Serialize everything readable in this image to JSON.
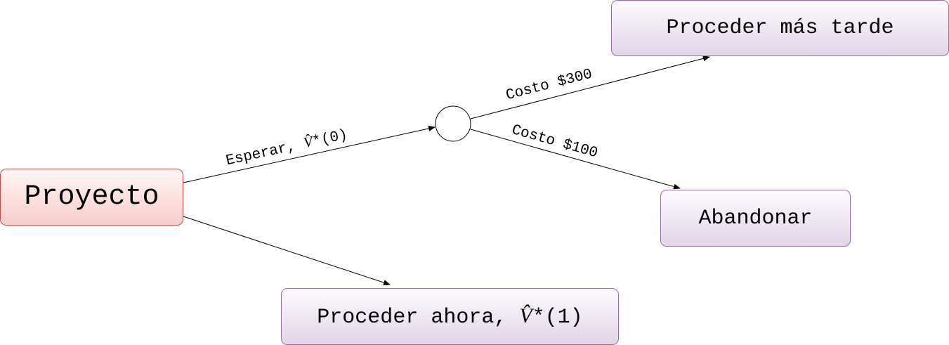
{
  "nodes": {
    "proyecto": "Proyecto",
    "proceder_mas_tarde": "Proceder más tarde",
    "abandonar": "Abandonar",
    "proceder_ahora_prefix": "Proceder ahora, ",
    "proceder_ahora_symbol": "V̂",
    "proceder_ahora_suffix": "*(1)"
  },
  "edges": {
    "esperar_prefix": "Esperar, ",
    "esperar_symbol": "V̂",
    "esperar_suffix": "*(0)",
    "costo_300": "Costo $300",
    "costo_100": "Costo $100"
  },
  "colors": {
    "red_border": "#b85450",
    "red_fill": "#f8cecc",
    "purple_border": "#9673a6",
    "purple_fill": "#e1d5e7",
    "edge": "#000000"
  }
}
